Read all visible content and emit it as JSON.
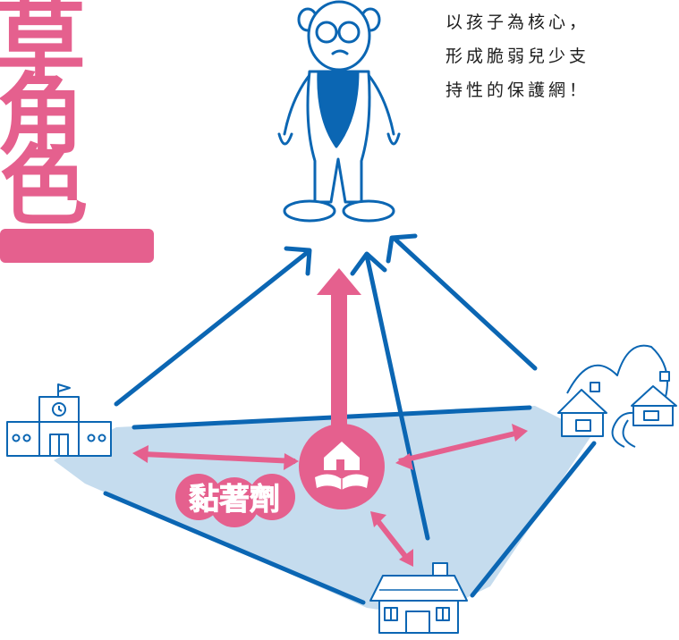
{
  "title": {
    "chars": [
      "草",
      "角",
      "色"
    ]
  },
  "caption": {
    "lines": [
      "以孩子為核心，",
      "形成脆弱兒少支",
      "持性的保護網！"
    ]
  },
  "center": {
    "label": "黏著劑"
  },
  "colors": {
    "blue": "#0b66b3",
    "pink": "#e5608e",
    "light_blue": "#c5dcee",
    "white": "#ffffff"
  },
  "icons": {
    "child": "child-figure-icon",
    "school": "school-icon",
    "community": "community-houses-icon",
    "home": "home-icon",
    "center": "home-book-icon"
  }
}
